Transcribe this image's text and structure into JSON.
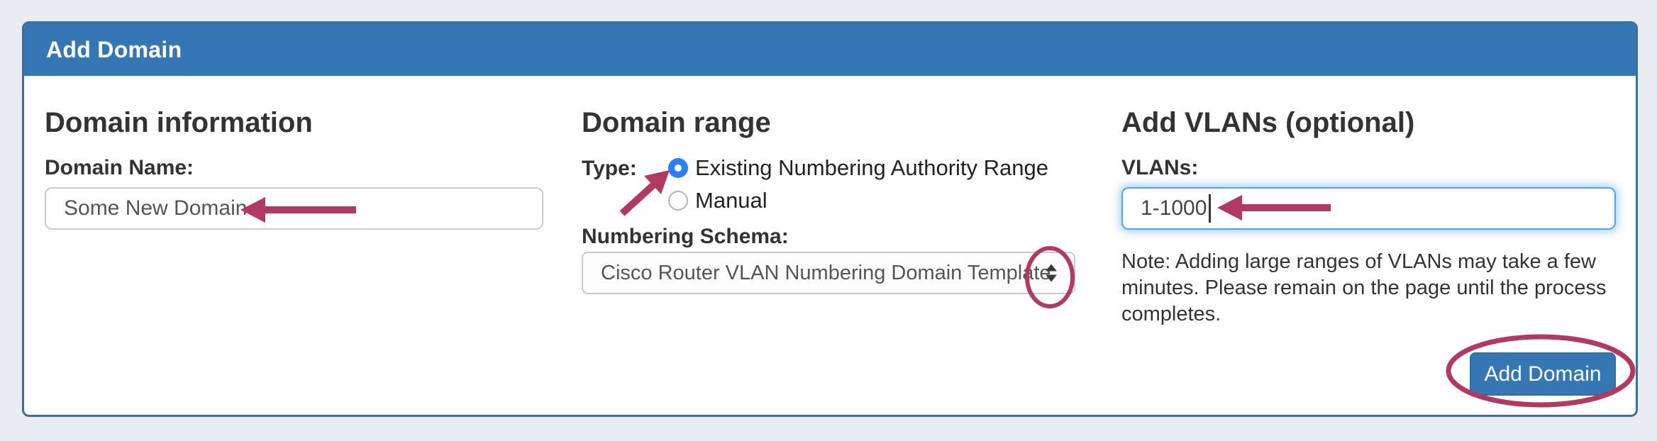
{
  "panel": {
    "title": "Add Domain"
  },
  "domain_information": {
    "heading": "Domain information",
    "name_label": "Domain Name:",
    "name_value": "Some New Domain"
  },
  "domain_range": {
    "heading": "Domain range",
    "type_label": "Type:",
    "options": [
      {
        "label": "Existing Numbering Authority Range",
        "selected": true
      },
      {
        "label": "Manual",
        "selected": false
      }
    ],
    "schema_label": "Numbering Schema:",
    "schema_value": "Cisco Router VLAN Numbering Domain Template"
  },
  "add_vlans": {
    "heading": "Add VLANs (optional)",
    "vlans_label": "VLANs:",
    "vlans_value": "1-1000",
    "note": "Note: Adding large ranges of VLANs may take a few minutes. Please remain on the page until the process completes.",
    "button_label": "Add Domain"
  },
  "colors": {
    "header_blue": "#3577b5",
    "panel_border_blue": "#3a6e9f",
    "button_blue": "#3577b5",
    "annotation": "#b13a63",
    "radio_selected_blue": "#2d7ef7",
    "focus_border_blue": "#52a5e6",
    "page_background": "#e9edf1"
  }
}
